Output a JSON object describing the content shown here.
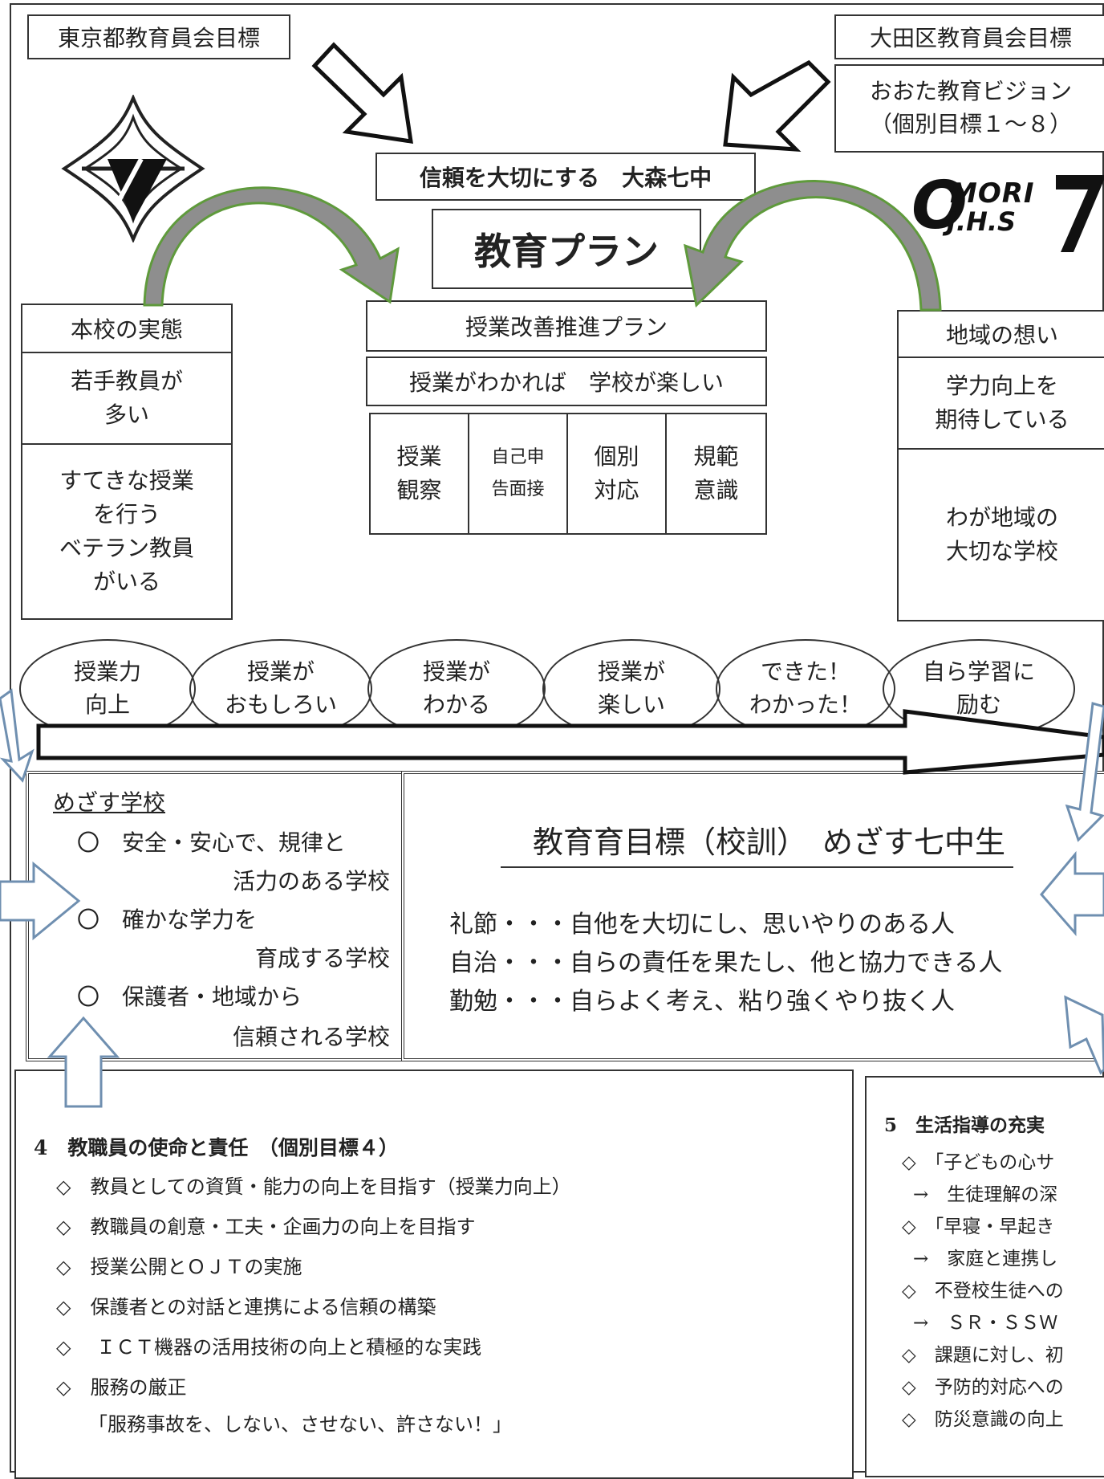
{
  "top": {
    "tokyo_goal": "東京都教育員会目標",
    "ota_goal": "大田区教育員会目標",
    "ota_vision": "おおた教育ビジョン\n（個別目標１～８）",
    "trust": "信頼を大切にする　大森七中",
    "plan": "教育プラン",
    "logo_text": "OMORI J.H.S",
    "logo_line1": "MORI",
    "logo_line2": "J.H.S",
    "logo_big": "O"
  },
  "left": {
    "title": "本校の実態",
    "item1": "若手教員が\n多い",
    "item2": "すてきな授業\nを行う\nベテラン教員\nがいる"
  },
  "center": {
    "title": "授業改善推進プラン",
    "slogan": "授業がわかれば　学校が楽しい",
    "cols": [
      "授業\n観察",
      "自己申\n告面接",
      "個別\n対応",
      "規範\n意識"
    ]
  },
  "right": {
    "title": "地域の想い",
    "item1": "学力向上を\n期待している",
    "item2": "わが地域の\n大切な学校"
  },
  "circles": [
    "授業力\n向上",
    "授業が\nおもしろい",
    "授業が\nわかる",
    "授業が\n楽しい",
    "できた！\nわかった！",
    "自ら学習に\n励む"
  ],
  "goal_school": {
    "heading": "めざす学校",
    "lines": [
      "〇　安全・安心で、規律と",
      "活力のある学校",
      "〇　確かな学力を",
      "育成する学校",
      "〇　保護者・地域から",
      "信頼される学校"
    ]
  },
  "motto": {
    "title": "教育育目標（校訓）　めざす七中生",
    "lines": [
      "礼節・・・自他を大切にし、思いやりのある人",
      "自治・・・自らの責任を果たし、他と協力できる人",
      "勤勉・・・自らよく考え、粘り強くやり抜く人"
    ]
  },
  "section4": {
    "heading": "4　教職員の使命と責任　（個別目標４）",
    "items": [
      "◇　教員としての資質・能力の向上を目指す（授業力向上）",
      "◇　教職員の創意・工夫・企画力の向上を目指す",
      "◇　授業公開とＯＪＴの実施",
      "◇　保護者との対話と連携による信頼の構築",
      "◇　 ＩＣＴ機器の活用技術の向上と積極的な実践",
      "◇　服務の厳正",
      "「服務事故を、しない、させない、許さない！」"
    ]
  },
  "section5": {
    "heading": "5　生活指導の充実",
    "items": [
      "◇　「子どもの心サ",
      "→　生徒理解の深",
      "◇　「早寝・早起き",
      "→　家庭と連携し",
      "◇　不登校生徒への",
      "→　ＳＲ・ＳＳＷ",
      "◇　課題に対し、初",
      "◇　予防的対応への",
      "◇　防災意識の向上"
    ]
  },
  "colors": {
    "arrow_outline": "#6f8fb0",
    "curve_fill": "#8a8a8a",
    "curve_outline": "#5f9a3c"
  }
}
